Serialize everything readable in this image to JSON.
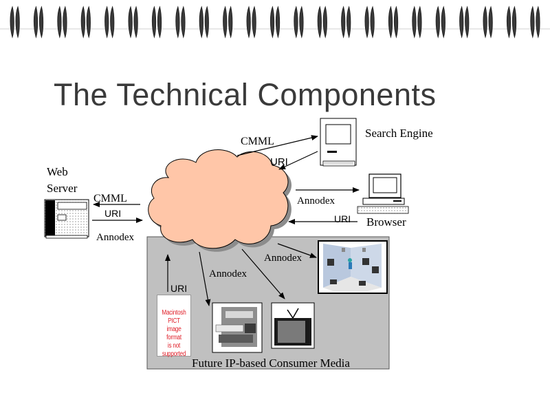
{
  "title": "The Technical Components",
  "labels": {
    "cmml_top": "CMML",
    "search_engine": "Search Engine",
    "uri_top": "URI",
    "web": "Web",
    "server": "Server",
    "cmml_left": "CMML",
    "uri_left": "URI",
    "annodex_left": "Annodex",
    "annodex_right": "Annodex",
    "uri_right": "URI",
    "browser": "Browser",
    "annodex_media1": "Annodex",
    "annodex_media2": "Annodex",
    "uri_bottom": "URI",
    "future": "Future IP-based Consumer Media"
  },
  "pict": [
    "Macintosh PICT",
    "image format",
    "is not supported"
  ],
  "colors": {
    "cloud": "#ffc6a8",
    "media_box": "#c0c0c0",
    "pict_text": "#e0202a",
    "title": "#3a3a3a"
  },
  "icons": [
    "spiral-binding-icon",
    "mac-computer-icon",
    "desktop-computer-icon",
    "server-icon",
    "cloud-network-icon",
    "virtual-room-icon",
    "printer-appliance-icon",
    "television-icon"
  ]
}
